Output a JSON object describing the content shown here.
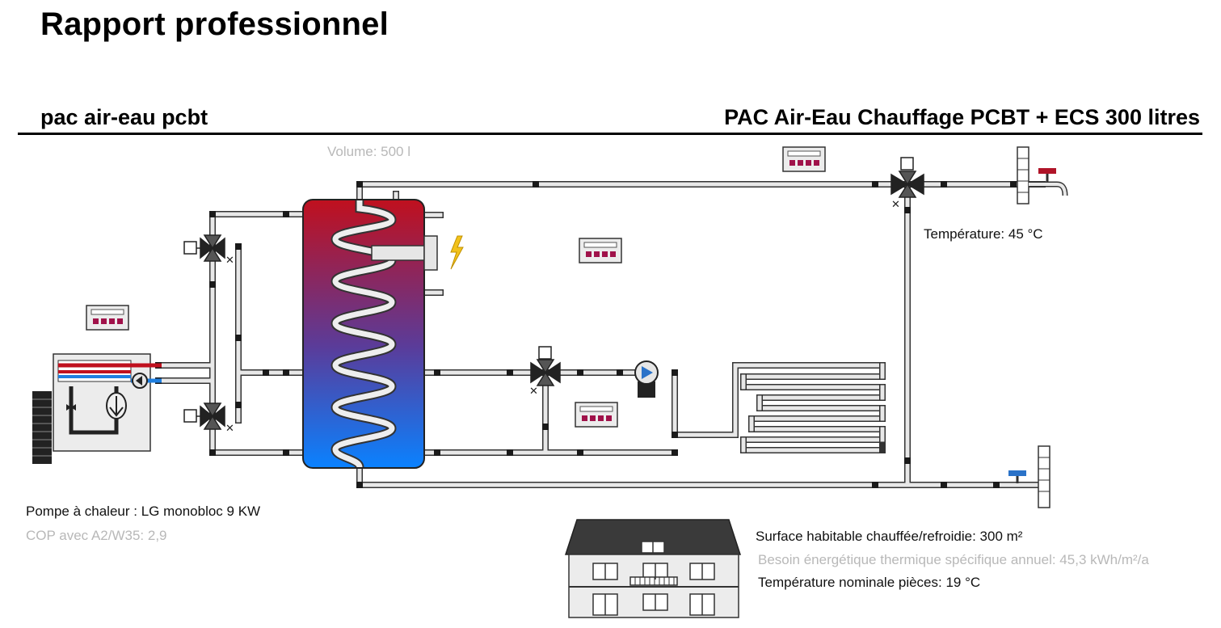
{
  "header": {
    "title": "Rapport professionnel",
    "subtitle_left": "pac air-eau pcbt",
    "subtitle_right": "PAC Air-Eau Chauffage PCBT + ECS 300 litres"
  },
  "diagram": {
    "tank_volume": "Volume: 500 l",
    "dhw_temperature": "Température: 45 °C",
    "heat_pump_model": "Pompe à chaleur : LG monobloc 9 KW",
    "heat_pump_cop": "COP avec A2/W35: 2,9",
    "house_heated_area": "Surface habitable chauffée/refroidie: 300 m²",
    "house_energy_need": "Besoin énergétique thermique spécifique annuel: 45,3 kWh/m²/a",
    "room_temperature": "Température nominale pièces: 19 °C"
  },
  "colors": {
    "hot": "#c0101e",
    "cold": "#1f7fe0",
    "pipe": "#e4e4e4",
    "outline": "#222222",
    "controller_led": "#a0124a",
    "lightning": "#f2c21b",
    "hot_tap": "#b01428",
    "cold_tap": "#2a72c8"
  }
}
